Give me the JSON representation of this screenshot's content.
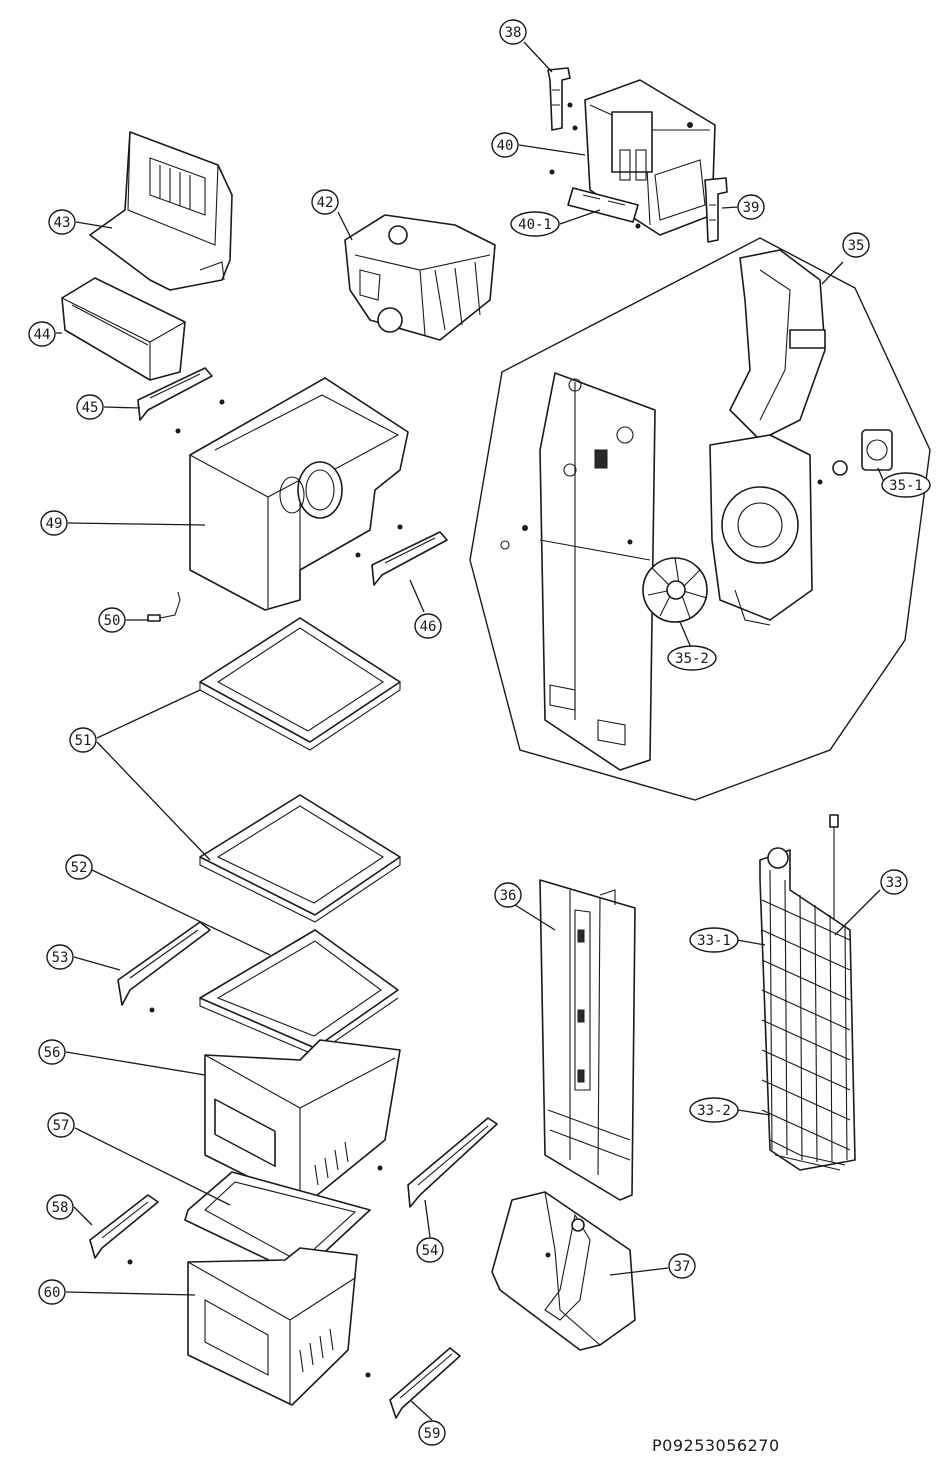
{
  "callouts": {
    "c38": "38",
    "c40": "40",
    "c40_1": "40-1",
    "c39": "39",
    "c42": "42",
    "c43": "43",
    "c44": "44",
    "c45": "45",
    "c35": "35",
    "c35_1": "35-1",
    "c35_2": "35-2",
    "c49": "49",
    "c46": "46",
    "c50": "50",
    "c51": "51",
    "c52": "52",
    "c53": "53",
    "c56": "56",
    "c57": "57",
    "c58": "58",
    "c60": "60",
    "c54": "54",
    "c59": "59",
    "c36": "36",
    "c37": "37",
    "c33": "33",
    "c33_1": "33-1",
    "c33_2": "33-2"
  },
  "diagram_code": "P09253056270"
}
